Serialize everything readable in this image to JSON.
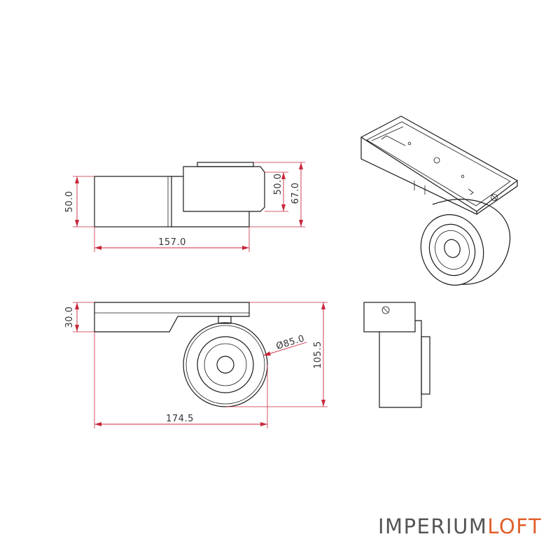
{
  "dimensions": {
    "top_view": {
      "height_left": "50.0",
      "width": "157.0",
      "height_head": "50.0",
      "height_total": "67.0"
    },
    "front_view": {
      "track_height": "30.0",
      "width": "174.5",
      "lens_diameter": "Ø85.0",
      "height_total": "105.5"
    }
  },
  "logo": {
    "part1": "IMPERIUM",
    "part2": "LOFT"
  },
  "colors": {
    "dimension": "#c8283c",
    "outline": "#1a1a1a",
    "logo_main": "#555555",
    "logo_accent": "#e0602c"
  }
}
